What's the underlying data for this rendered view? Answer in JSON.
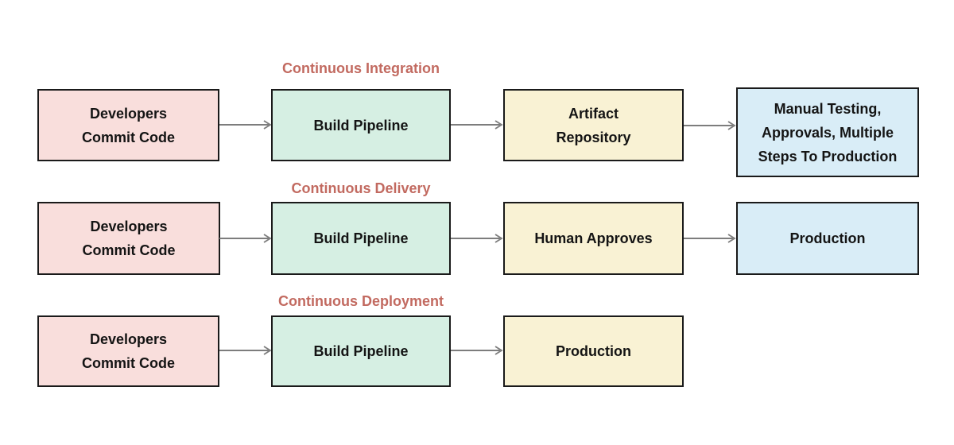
{
  "diagram": {
    "rows": [
      {
        "title": "Continuous Integration",
        "boxes": [
          {
            "text": "Developers\nCommit Code"
          },
          {
            "text": "Build Pipeline"
          },
          {
            "text": "Artifact\nRepository"
          },
          {
            "text": "Manual Testing,\nApprovals, Multiple\nSteps To Production"
          }
        ]
      },
      {
        "title": "Continuous Delivery",
        "boxes": [
          {
            "text": "Developers\nCommit Code"
          },
          {
            "text": "Build Pipeline"
          },
          {
            "text": "Human Approves"
          },
          {
            "text": "Production"
          }
        ]
      },
      {
        "title": "Continuous Deployment",
        "boxes": [
          {
            "text": "Developers\nCommit Code"
          },
          {
            "text": "Build Pipeline"
          },
          {
            "text": "Production"
          }
        ]
      }
    ],
    "colors": {
      "title": "#c26a60",
      "node_text": "#141414",
      "node_border": "#1a1a1a",
      "arrow": "#7d7d7d",
      "fill_commit": "#f9dedc",
      "fill_build": "#d6efe3",
      "fill_third": "#f9f2d4",
      "fill_fourth": "#d9edf7",
      "background": "#ffffff"
    }
  }
}
